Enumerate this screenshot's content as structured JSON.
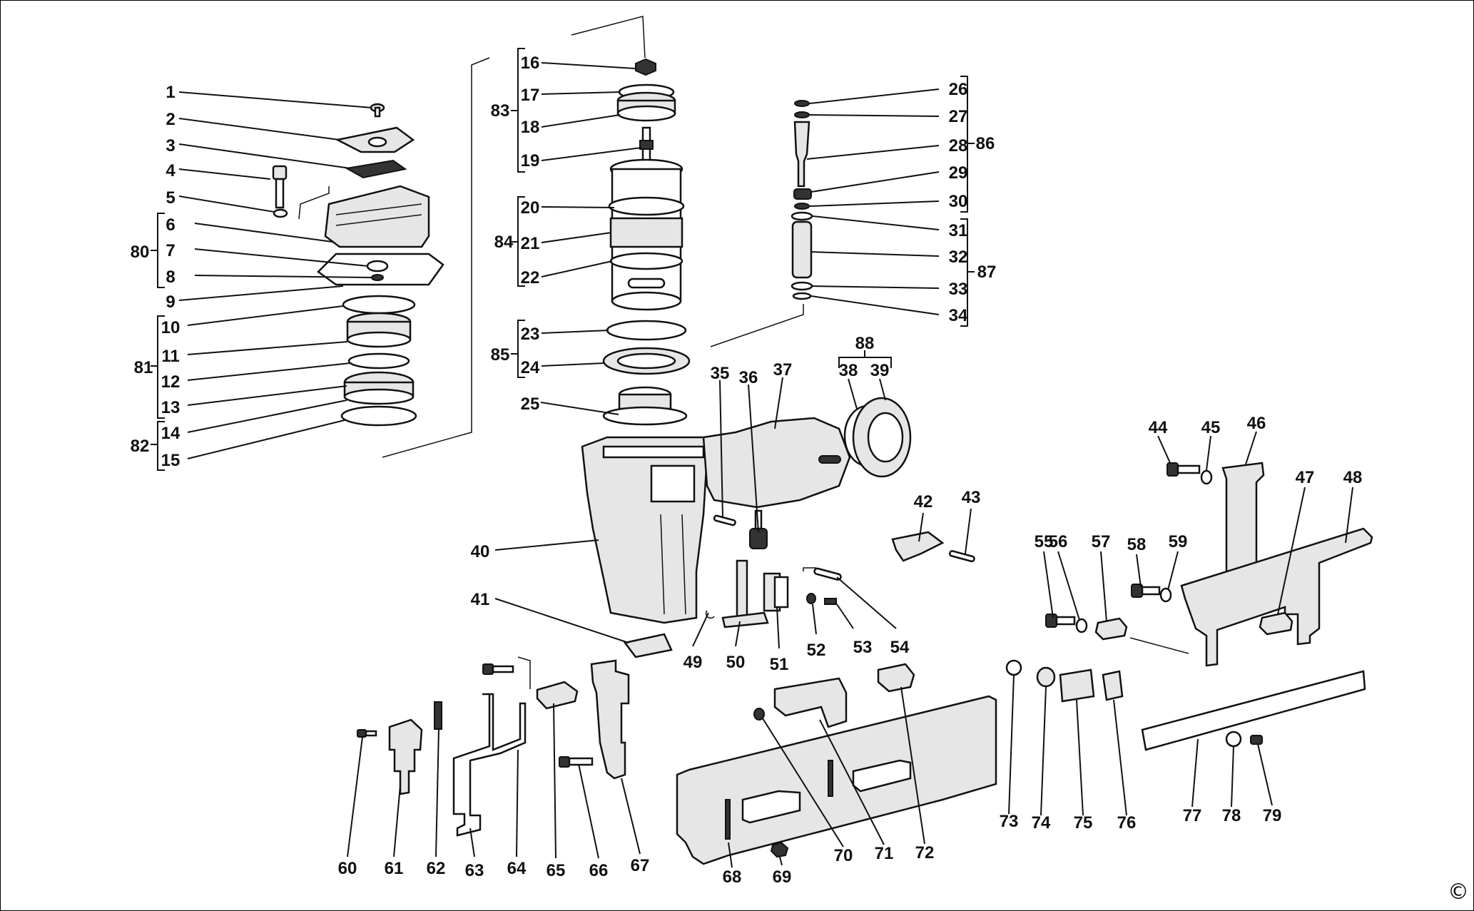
{
  "copyright_symbol": "©",
  "callouts": [
    "1",
    "2",
    "3",
    "4",
    "5",
    "6",
    "7",
    "8",
    "9",
    "10",
    "11",
    "12",
    "13",
    "14",
    "15",
    "16",
    "17",
    "18",
    "19",
    "20",
    "21",
    "22",
    "23",
    "24",
    "25",
    "26",
    "27",
    "28",
    "29",
    "30",
    "31",
    "32",
    "33",
    "34",
    "35",
    "36",
    "37",
    "38",
    "39",
    "40",
    "41",
    "42",
    "43",
    "44",
    "45",
    "46",
    "47",
    "48",
    "49",
    "50",
    "51",
    "52",
    "53",
    "54",
    "55",
    "56",
    "57",
    "58",
    "59",
    "60",
    "61",
    "62",
    "63",
    "64",
    "65",
    "66",
    "67",
    "68",
    "69",
    "70",
    "71",
    "72",
    "73",
    "74",
    "75",
    "76",
    "77",
    "78",
    "79",
    "80",
    "81",
    "82",
    "83",
    "84",
    "85",
    "86",
    "87",
    "88"
  ]
}
